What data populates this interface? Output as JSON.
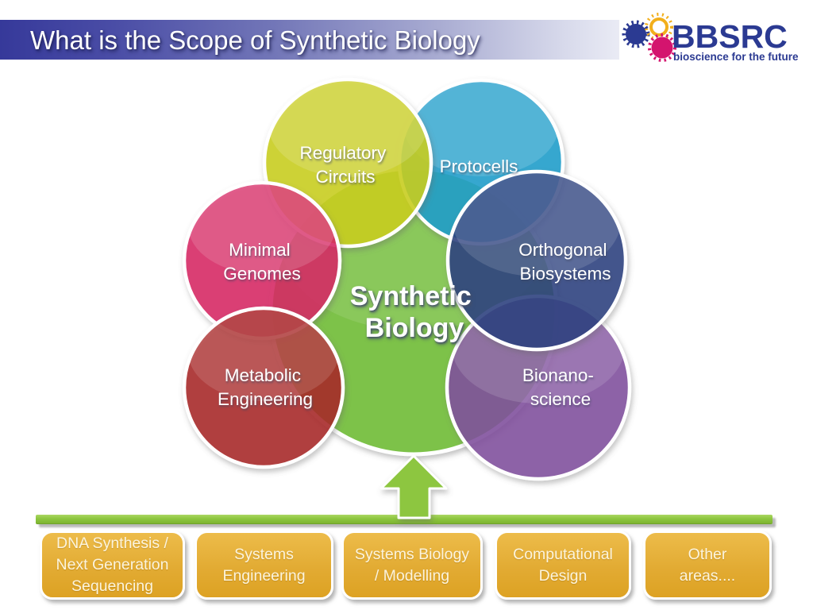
{
  "slide": {
    "title": "What is the Scope of Synthetic Biology",
    "logo": {
      "wordmark": "BBSRC",
      "tagline": "bioscience for the future",
      "navy": "#2b3a92",
      "yellow": "#f2af1c",
      "magenta": "#d4146e"
    }
  },
  "diagram": {
    "center": {
      "label_lines": [
        "Synthetic",
        "Biology"
      ],
      "color": "#7dc24a"
    },
    "circles": [
      {
        "name": "regulatory-circuits",
        "label_lines": [
          "Regulatory",
          "Circuits"
        ],
        "color": "#ccd014"
      },
      {
        "name": "protocells",
        "label_lines": [
          "Protocells"
        ],
        "color": "#149ece"
      },
      {
        "name": "minimal-genomes",
        "label_lines": [
          "Minimal",
          "Genomes"
        ],
        "color": "#da2164"
      },
      {
        "name": "orthogonal-biosystems",
        "label_lines": [
          "Orthogonal",
          "Biosystems"
        ],
        "color": "#273e7f"
      },
      {
        "name": "metabolic-engineering",
        "label_lines": [
          "Metabolic",
          "Engineering"
        ],
        "color": "#aa2020"
      },
      {
        "name": "bionano-science",
        "label_lines": [
          "Bionano-",
          "science"
        ],
        "color": "#814c9e"
      }
    ],
    "arrow_color": "#8dc63f"
  },
  "foundations": {
    "bar_color": "#8dc63f",
    "box_color": "#e2ab33",
    "boxes": [
      {
        "lines": [
          "DNA Synthesis /",
          "Next Generation",
          "Sequencing"
        ]
      },
      {
        "lines": [
          "Systems",
          "Engineering"
        ]
      },
      {
        "lines": [
          "Systems Biology",
          "/ Modelling"
        ]
      },
      {
        "lines": [
          "Computational",
          "Design"
        ]
      },
      {
        "lines": [
          "Other",
          "areas...."
        ]
      }
    ]
  }
}
